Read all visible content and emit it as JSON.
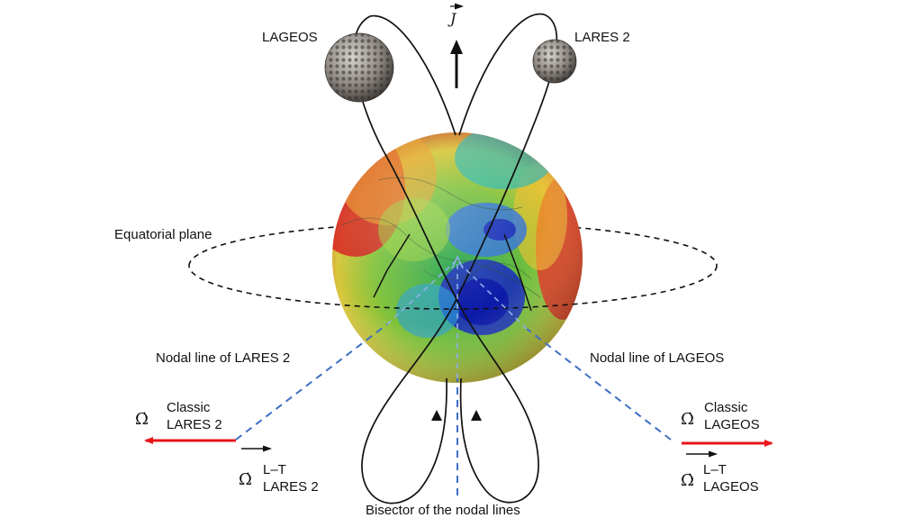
{
  "labels": {
    "lageos": "LAGEOS",
    "lares2": "LARES 2",
    "j_symbol": "J",
    "equatorial_plane": "Equatorial plane",
    "nodal_line_lares2": "Nodal line of LARES 2",
    "nodal_line_lageos": "Nodal line of LAGEOS",
    "bisector": "Bisector of the nodal lines",
    "omega_dot": "Ω̇",
    "classic": "Classic",
    "lt": "L–T",
    "lares2_short": "LARES 2",
    "lageos_short": "LAGEOS"
  },
  "colors": {
    "red_arrow": "#e8141b",
    "nodal_line": "#3f6fc4",
    "orbit": "#111111"
  }
}
